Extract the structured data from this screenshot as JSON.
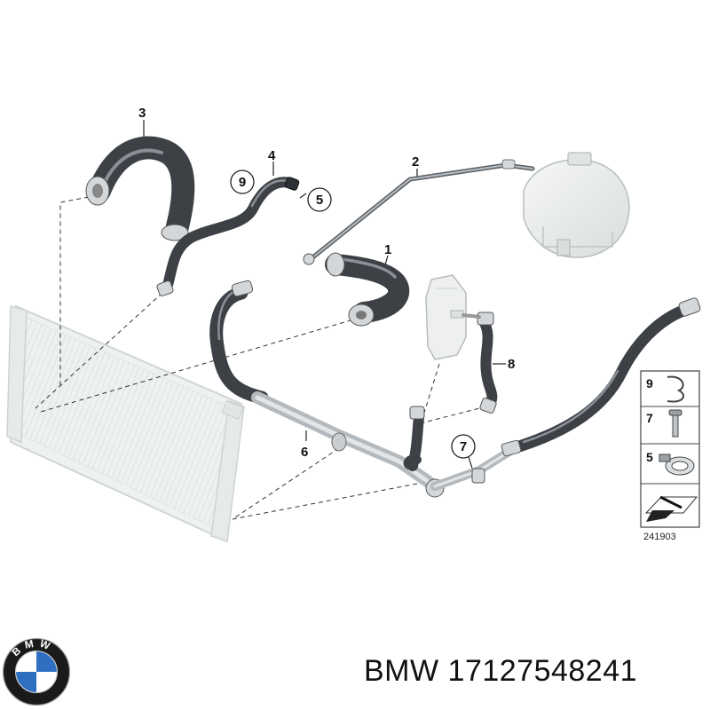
{
  "callouts": {
    "c1": "1",
    "c2": "2",
    "c3": "3",
    "c4": "4",
    "c5": "5",
    "c6": "6",
    "c7": "7",
    "c8": "8",
    "c9": "9"
  },
  "legend": {
    "items": [
      "9",
      "7",
      "5"
    ]
  },
  "diagram_id": "241903",
  "footer": {
    "brand": "BMW",
    "part_number": "17127548241",
    "text": "BMW 17127548241"
  },
  "logo": {
    "letters": [
      "B",
      "M",
      "W"
    ],
    "colors": {
      "blue": "#2f6fc2",
      "white": "#ffffff",
      "ring": "#1a1a1a"
    }
  },
  "colors": {
    "hose": "#3d4146",
    "hose_highlight": "#8a9097",
    "pipe": "#cfd3d6",
    "radiator": "#eef1f1"
  }
}
